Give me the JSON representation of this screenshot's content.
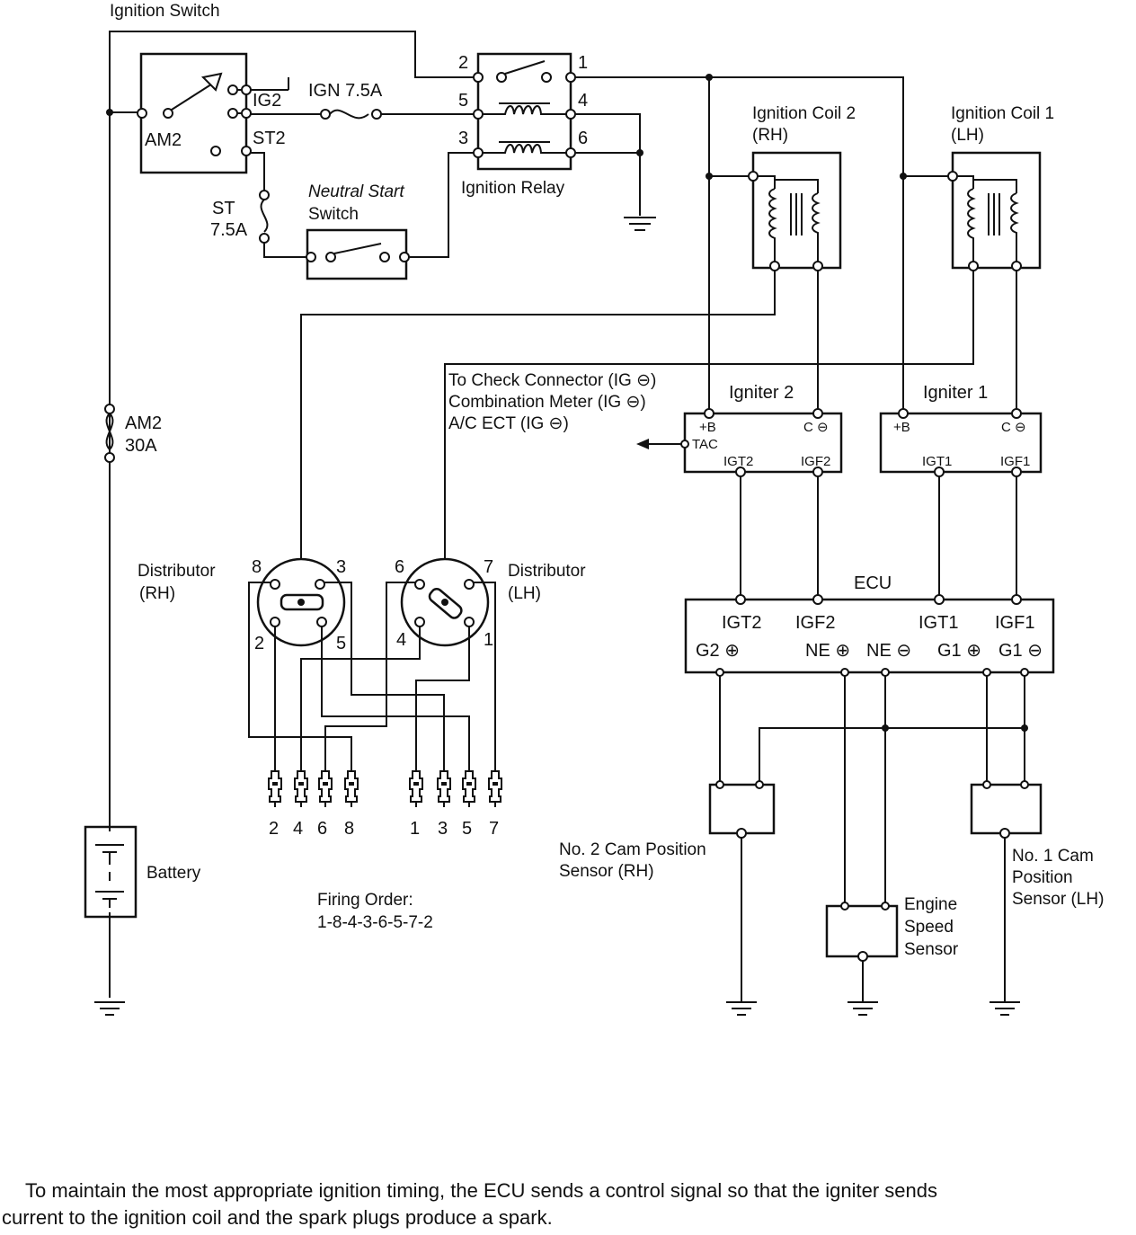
{
  "labels": {
    "ignition_switch": "Ignition Switch",
    "am2": "AM2",
    "ig2": "IG2",
    "st2": "ST2",
    "ign_fuse": "IGN 7.5A",
    "st_fuse_1": "ST",
    "st_fuse_2": "7.5A",
    "neutral_start_1": "Neutral Start",
    "neutral_start_2": "Switch",
    "ignition_relay": "Ignition Relay",
    "relay_pins": [
      "2",
      "5",
      "3",
      "1",
      "4",
      "6"
    ],
    "coil2_1": "Ignition Coil 2",
    "coil2_2": "(RH)",
    "coil1_1": "Ignition Coil 1",
    "coil1_2": "(LH)",
    "am2_fuse_1": "AM2",
    "am2_fuse_2": "30A",
    "check_1": "To Check Connector (IG ⊖)",
    "check_2": "Combination Meter (IG ⊖)",
    "check_3": "A/C ECT (IG ⊖)",
    "igniter2": "Igniter 2",
    "igniter1": "Igniter 1",
    "ig2_b": "+B",
    "ig2_c": "C ⊖",
    "ig2_tac": "TAC",
    "ig2_igt": "IGT2",
    "ig2_igf": "IGF2",
    "ig1_b": "+B",
    "ig1_c": "C ⊖",
    "ig1_igt": "IGT1",
    "ig1_igf": "IGF1",
    "ecu": "ECU",
    "ecu_igt2": "IGT2",
    "ecu_igf2": "IGF2",
    "ecu_igt1": "IGT1",
    "ecu_igf1": "IGF1",
    "ecu_g2": "G2 ⊕",
    "ecu_ne_p": "NE ⊕",
    "ecu_ne_m": "NE ⊖",
    "ecu_g1_p": "G1 ⊕",
    "ecu_g1_m": "G1 ⊖",
    "dist_rh_1": "Distributor",
    "dist_rh_2": "(RH)",
    "dist_lh_1": "Distributor",
    "dist_lh_2": "(LH)",
    "dist_rh_pins": [
      "8",
      "3",
      "2",
      "5"
    ],
    "dist_lh_pins": [
      "6",
      "7",
      "4",
      "1"
    ],
    "plugs_left": [
      "2",
      "4",
      "6",
      "8"
    ],
    "plugs_right": [
      "1",
      "3",
      "5",
      "7"
    ],
    "battery": "Battery",
    "firing_1": "Firing Order:",
    "firing_2": "1-8-4-3-6-5-7-2",
    "cam2_1": "No. 2 Cam Position",
    "cam2_2": "Sensor (RH)",
    "cam1_1": "No. 1 Cam",
    "cam1_2": "Position",
    "cam1_3": "Sensor (LH)",
    "engine_1": "Engine",
    "engine_2": "Speed",
    "engine_3": "Sensor"
  },
  "caption": [
    "To maintain the most appropriate ignition timing, the ECU sends a control signal so that the igniter sends",
    "current to the ignition coil and the spark plugs produce a spark."
  ]
}
